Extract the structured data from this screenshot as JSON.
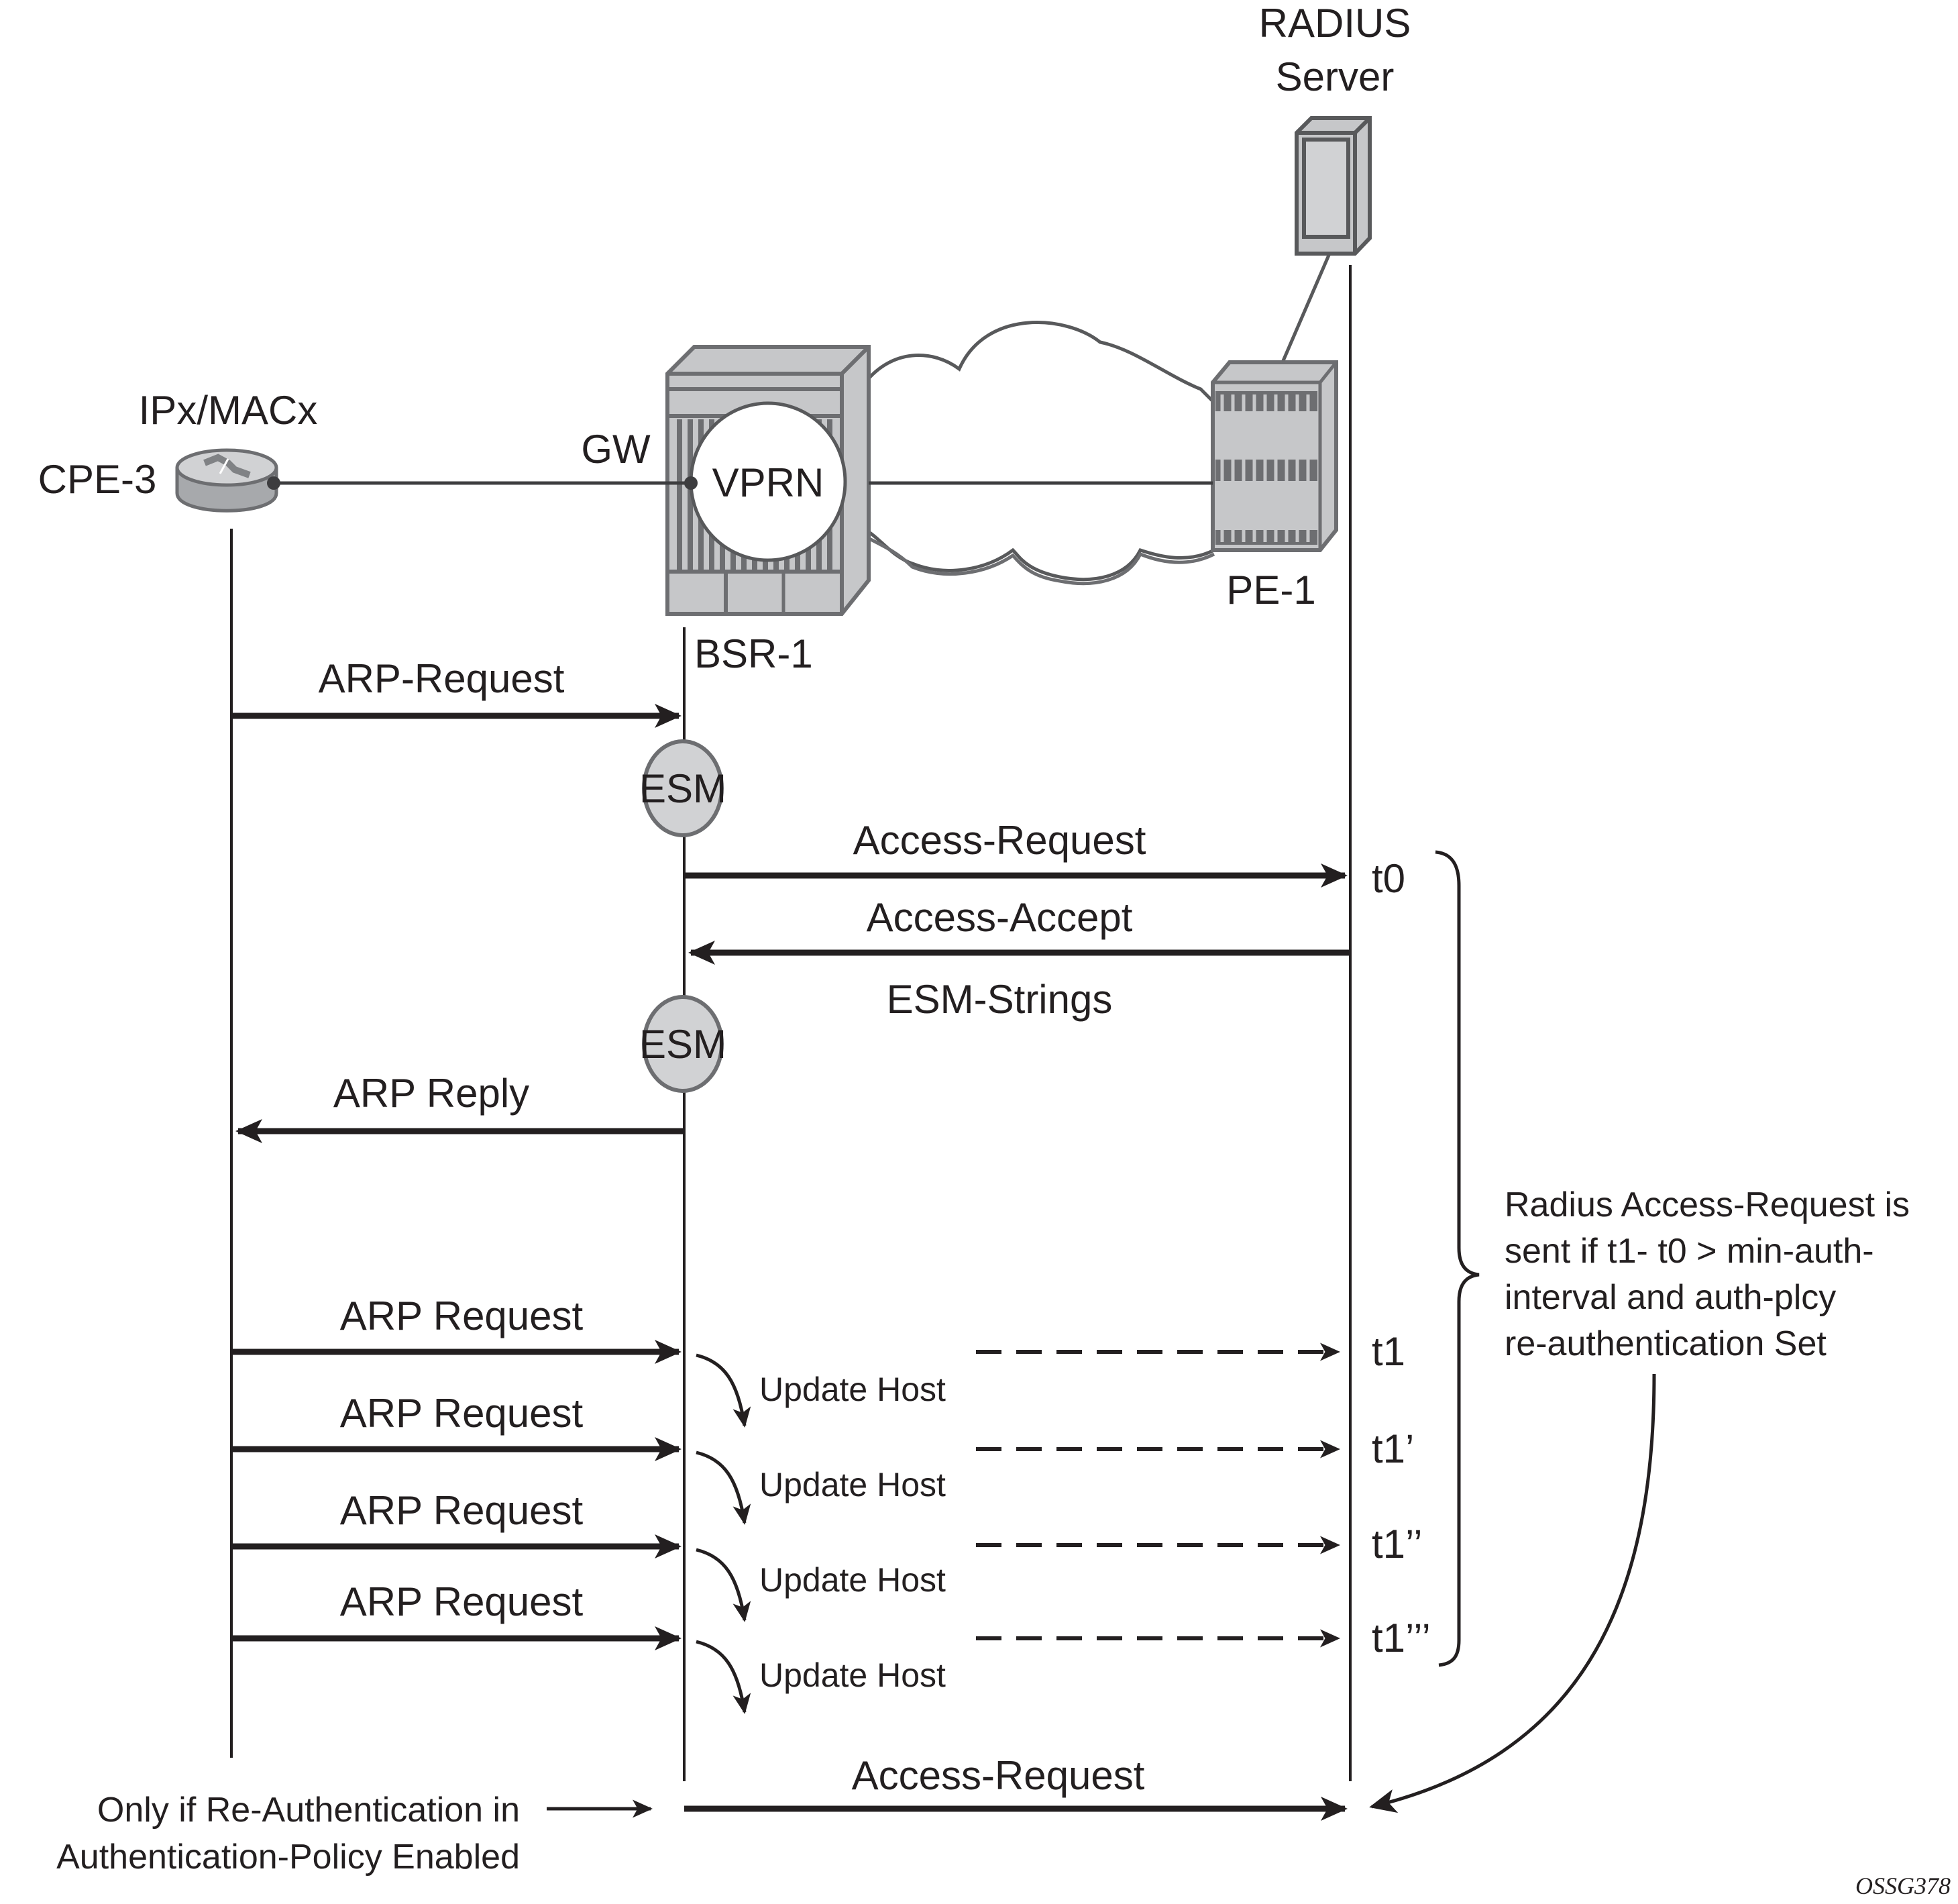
{
  "nodes": {
    "radius_server_line1": "RADIUS",
    "radius_server_line2": "Server",
    "cpe_address": "IPx/MACx",
    "cpe_name": "CPE-3",
    "gw_label": "GW",
    "vprn_label": "VPRN",
    "bsr_name": "BSR-1",
    "pe_name": "PE-1"
  },
  "messages": {
    "arp_request_initial": "ARP-Request",
    "esm_1": "ESM",
    "access_request_1": "Access-Request",
    "access_accept": "Access-Accept",
    "esm_strings": "ESM-Strings",
    "esm_2": "ESM",
    "arp_reply": "ARP Reply",
    "arp_requests": [
      "ARP Request",
      "ARP Request",
      "ARP Request",
      "ARP Request"
    ],
    "update_host": [
      "Update Host",
      "Update Host",
      "Update Host",
      "Update Host"
    ],
    "access_request_final": "Access-Request"
  },
  "timestamps": {
    "t0": "t0",
    "t_series": [
      "t1",
      "t1’",
      "t1’’",
      "t1’’’"
    ]
  },
  "annotations": {
    "brace_note": [
      "Radius Access-Request is",
      "sent if t1- t0 > min-auth-",
      "interval and auth-plcy",
      "re-authentication Set"
    ],
    "condition_note": [
      "Only if Re-Authentication in",
      "Authentication-Policy Enabled"
    ]
  },
  "figure_id": "OSSG378"
}
